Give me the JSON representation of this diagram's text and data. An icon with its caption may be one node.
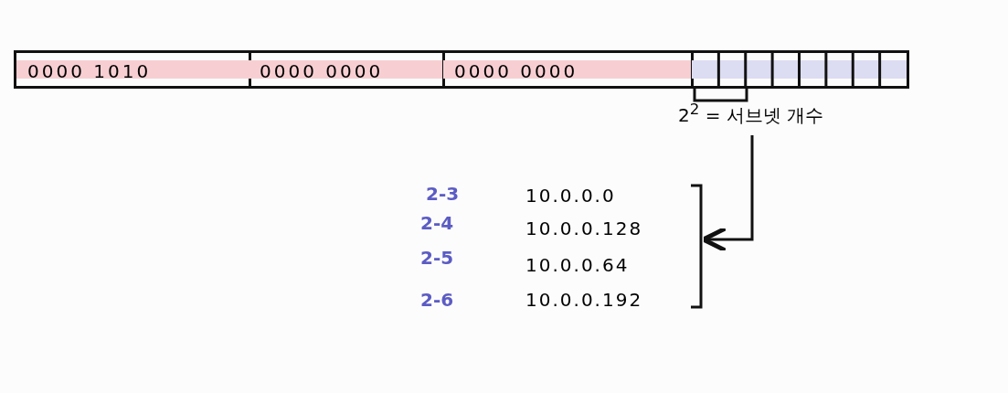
{
  "diagram": {
    "nodes": [
      {
        "text": [
          "0000 1010"
        ]
      },
      {
        "text": [
          "0000 0000"
        ]
      },
      {
        "text": [
          "0000 0000"
        ]
      },
      {
        "text": [],
        "shape": "box"
      },
      {
        "text": [
          "2$^{2}$ = 서브넷 개수"
        ]
      },
      {
        "text": [
          "10.0.0.0",
          "10.0.0.128",
          "10.0.0.64",
          "10.0.0.192"
        ]
      }
    ],
    "edges": [
      {
        "from": 4,
        "to": 5,
        "arrow": "to"
      }
    ],
    "labels": [
      "2-3",
      "2-4",
      "2-5",
      "2-6"
    ]
  }
}
